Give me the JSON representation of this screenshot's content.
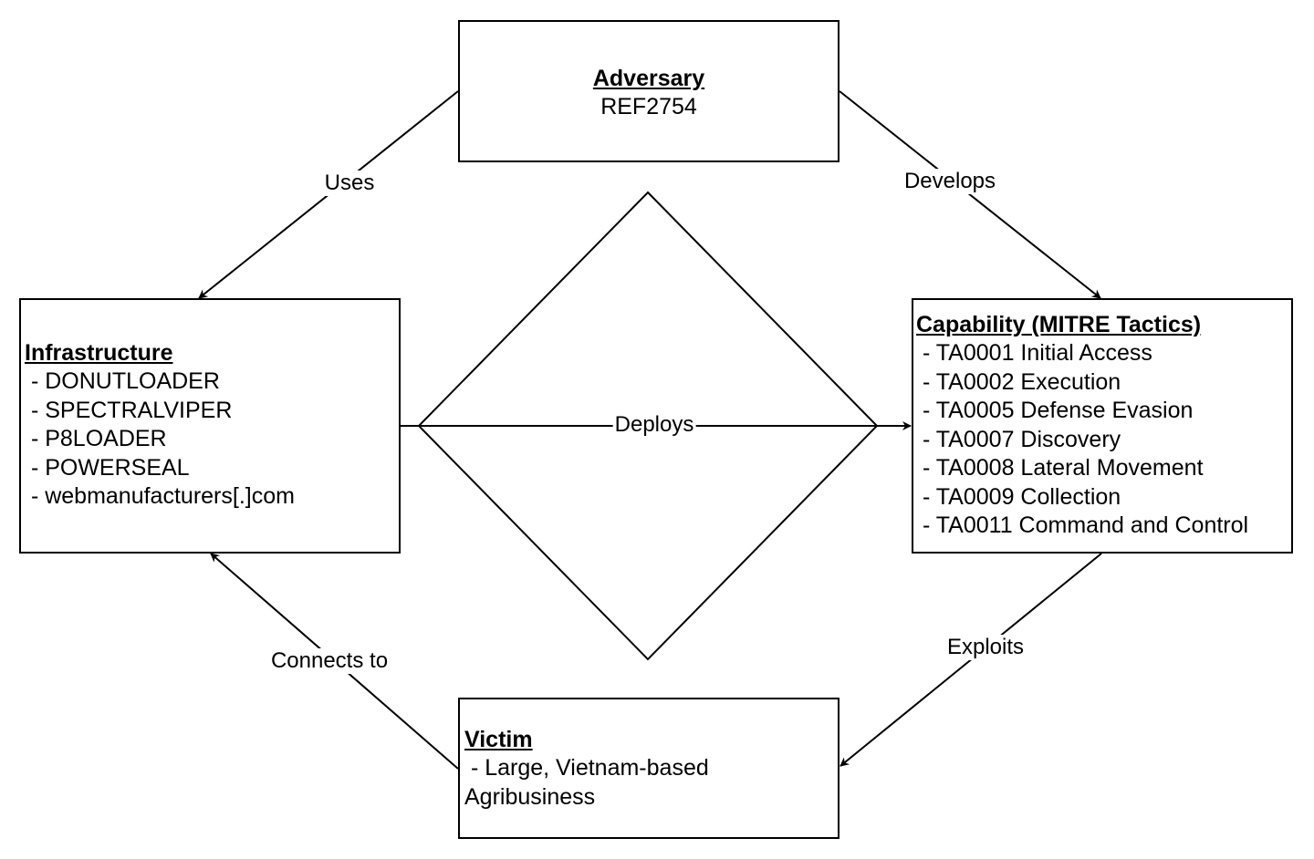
{
  "adversary": {
    "title": "Adversary",
    "lines": [
      "REF2754"
    ]
  },
  "infrastructure": {
    "title": "Infrastructure",
    "lines": [
      " - DONUTLOADER",
      " - SPECTRALVIPER",
      " - P8LOADER",
      " - POWERSEAL",
      " - webmanufacturers[.]com"
    ]
  },
  "capability": {
    "title": "Capability (MITRE Tactics)",
    "lines": [
      " - TA0001 Initial Access",
      " - TA0002 Execution",
      " - TA0005 Defense Evasion",
      " - TA0007 Discovery",
      " - TA0008 Lateral Movement",
      " - TA0009 Collection",
      " - TA0011 Command and Control"
    ]
  },
  "victim": {
    "title": "Victim",
    "lines": [
      " - Large, Vietnam-based",
      "Agribusiness"
    ]
  },
  "edges": {
    "uses": "Uses",
    "develops": "Develops",
    "deploys": "Deploys",
    "exploits": "Exploits",
    "connects_to": "Connects to"
  },
  "colors": {
    "stroke": "#000000",
    "background": "#ffffff"
  }
}
